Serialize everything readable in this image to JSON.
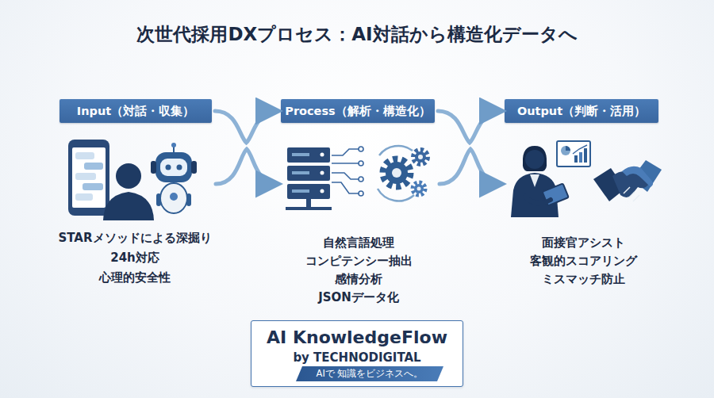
{
  "diagram": {
    "title": "次世代採用DXプロセス：AI対話から構造化データへ",
    "nodes": [
      {
        "text": [
          "Input（対話・収集）"
        ]
      },
      {
        "text": [
          "Process（解析・構造化）"
        ]
      },
      {
        "text": [
          "Output（判断・活用）"
        ]
      },
      {
        "text": [
          "AI KnowledgeFlow",
          "by TECHNODIGITAL"
        ]
      },
      {
        "text": [
          "AIで 知識をビジネスへ。"
        ],
        "in": 3
      }
    ],
    "edges": [
      {
        "from": 0,
        "to": 1,
        "arrow": "to"
      },
      {
        "from": 1,
        "to": 2,
        "arrow": "to"
      }
    ],
    "labels": [
      "STARメソッドによる深掘り",
      "24h対応",
      "心理的安全性",
      "自然言語処理",
      "コンピテンシー抽出",
      "感情分析",
      "JSONデータ化",
      "面接官アシスト",
      "客観的スコアリング",
      "ミスマッチ防止"
    ]
  }
}
